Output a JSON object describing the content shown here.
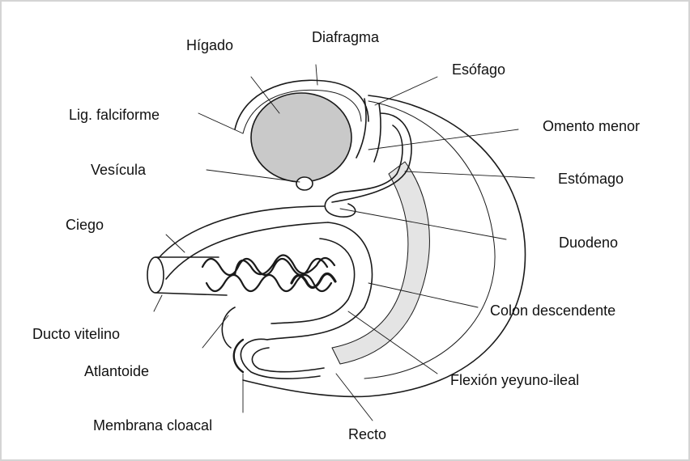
{
  "labels": {
    "higado": "Hígado",
    "diafragma": "Diafragma",
    "esofago": "Esófago",
    "lig_falciforme": "Lig. falciforme",
    "omento_menor": "Omento menor",
    "vesicula": "Vesícula",
    "estomago": "Estómago",
    "ciego": "Ciego",
    "duodeno": "Duodeno",
    "colon_descendente": "Colon descendente",
    "ducto_vitelino": "Ducto vitelino",
    "atlantoide": "Atlantoide",
    "flexion": "Flexión yeyuno-ileal",
    "membrana_cloacal": "Membrana cloacal",
    "recto": "Recto"
  },
  "colors": {
    "ink": "#1a1a1a",
    "liver_fill": "#c9c9c9",
    "shade_fill": "#e4e4e4",
    "frame": "#d4d4d4"
  }
}
